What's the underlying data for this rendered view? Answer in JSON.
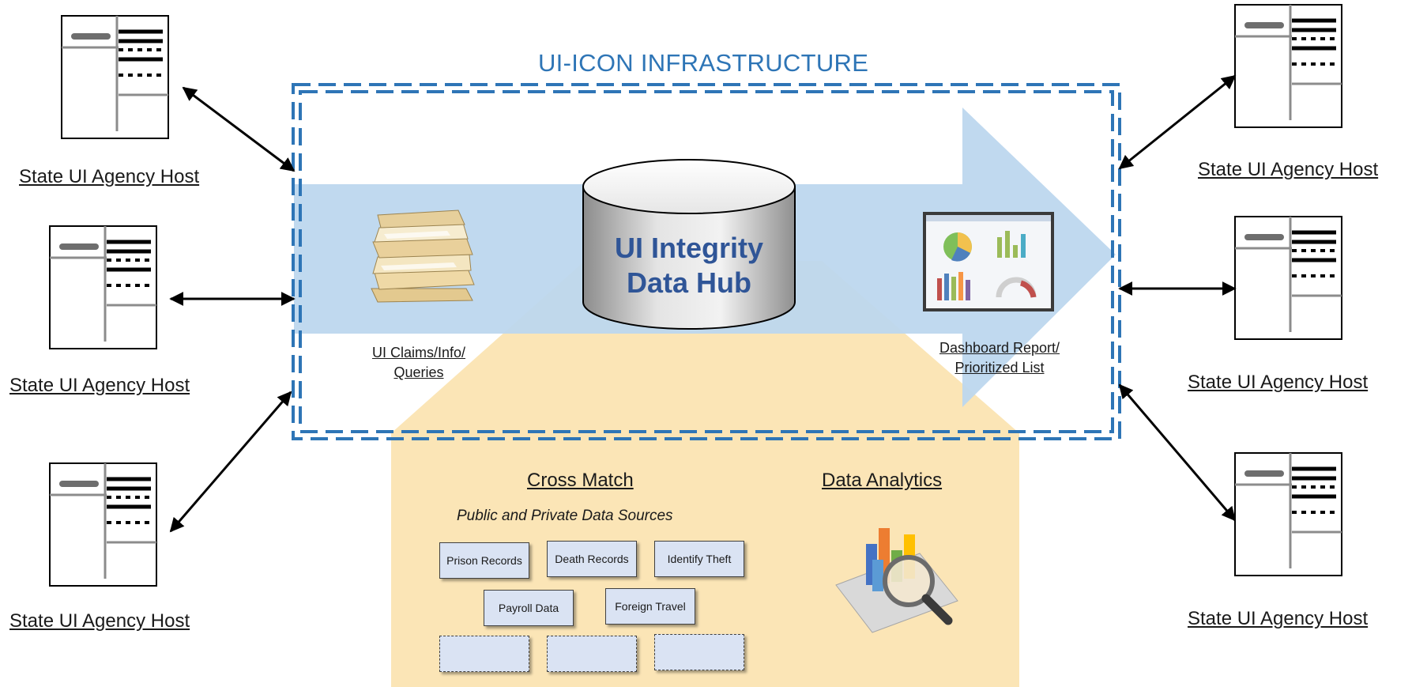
{
  "diagram": {
    "title": "UI-ICON INFRASTRUCTURE",
    "hub": {
      "line1": "UI Integrity",
      "line2": "Data Hub"
    },
    "input_label": {
      "line1": "UI Claims/Info/",
      "line2": "Queries"
    },
    "output_label": {
      "line1": "Dashboard Report/",
      "line2": "Prioritized List"
    },
    "hosts": [
      "State UI Agency Host",
      "State UI Agency Host",
      "State UI Agency Host",
      "State UI Agency Host",
      "State UI Agency Host",
      "State UI Agency Host"
    ],
    "cross_match": {
      "heading": "Cross Match",
      "subheading": "Public and Private Data Sources",
      "sources": [
        "Prison Records",
        "Death Records",
        "Identify Theft",
        "Payroll Data",
        "Foreign Travel"
      ]
    },
    "analytics": {
      "heading": "Data Analytics"
    }
  },
  "colors": {
    "title_blue": "#2e75b6",
    "hub_text": "#2f5597",
    "arrow_fill": "#bdd7ee",
    "detail_panel": "#fbe5b6",
    "source_box": "#dae3f3"
  },
  "icons": [
    "server-icon",
    "document-stack-icon",
    "database-icon",
    "dashboard-screenshot-icon",
    "analytics-chart-icon"
  ]
}
